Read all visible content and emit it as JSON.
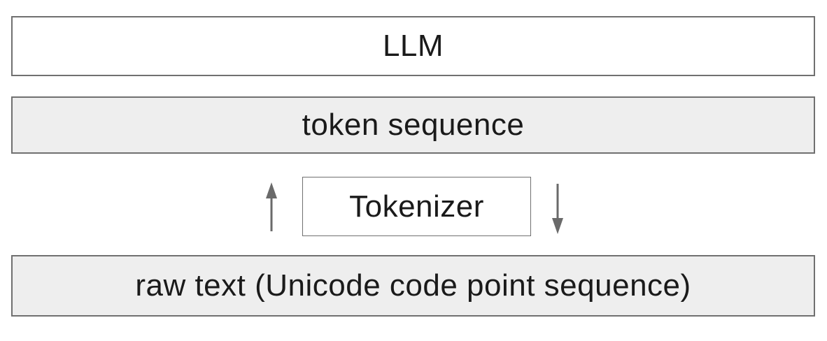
{
  "diagram": {
    "layers": {
      "llm": {
        "label": "LLM"
      },
      "token_sequence": {
        "label": "token sequence"
      },
      "tokenizer": {
        "label": "Tokenizer"
      },
      "raw_text": {
        "label": "raw text (Unicode code point sequence)"
      }
    },
    "arrows": {
      "up": {
        "direction": "up"
      },
      "down": {
        "direction": "down"
      }
    },
    "colors": {
      "background": "#ffffff",
      "box_border": "#707070",
      "box_fill_white": "#ffffff",
      "box_fill_gray": "#eeeeee",
      "arrow": "#6a6a6a",
      "text": "#1a1a1a"
    }
  }
}
